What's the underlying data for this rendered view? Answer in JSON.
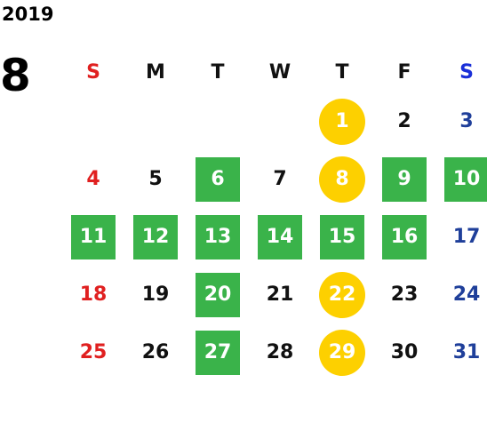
{
  "year": "2019",
  "month": "8",
  "weekdays": [
    "S",
    "M",
    "T",
    "W",
    "T",
    "F",
    "S"
  ],
  "colors": {
    "green": "#3ab34a",
    "yellow": "#fdd000",
    "sunday": "#e02020",
    "saturday": "#1f3f9a"
  },
  "days": [
    {
      "day": "",
      "mark": ""
    },
    {
      "day": "",
      "mark": ""
    },
    {
      "day": "",
      "mark": ""
    },
    {
      "day": "",
      "mark": ""
    },
    {
      "day": "1",
      "mark": "yellow"
    },
    {
      "day": "2",
      "mark": ""
    },
    {
      "day": "3",
      "mark": ""
    },
    {
      "day": "4",
      "mark": ""
    },
    {
      "day": "5",
      "mark": ""
    },
    {
      "day": "6",
      "mark": "green"
    },
    {
      "day": "7",
      "mark": ""
    },
    {
      "day": "8",
      "mark": "yellow"
    },
    {
      "day": "9",
      "mark": "green"
    },
    {
      "day": "10",
      "mark": "green"
    },
    {
      "day": "11",
      "mark": "green"
    },
    {
      "day": "12",
      "mark": "green"
    },
    {
      "day": "13",
      "mark": "green"
    },
    {
      "day": "14",
      "mark": "green"
    },
    {
      "day": "15",
      "mark": "green"
    },
    {
      "day": "16",
      "mark": "green"
    },
    {
      "day": "17",
      "mark": ""
    },
    {
      "day": "18",
      "mark": ""
    },
    {
      "day": "19",
      "mark": ""
    },
    {
      "day": "20",
      "mark": "green"
    },
    {
      "day": "21",
      "mark": ""
    },
    {
      "day": "22",
      "mark": "yellow"
    },
    {
      "day": "23",
      "mark": ""
    },
    {
      "day": "24",
      "mark": ""
    },
    {
      "day": "25",
      "mark": ""
    },
    {
      "day": "26",
      "mark": ""
    },
    {
      "day": "27",
      "mark": "green"
    },
    {
      "day": "28",
      "mark": ""
    },
    {
      "day": "29",
      "mark": "yellow"
    },
    {
      "day": "30",
      "mark": ""
    },
    {
      "day": "31",
      "mark": ""
    }
  ]
}
